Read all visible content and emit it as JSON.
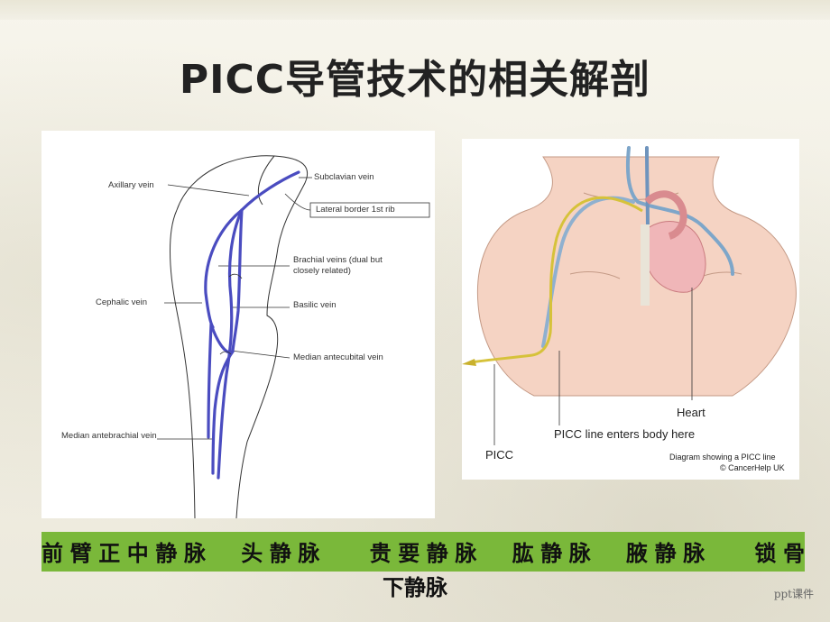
{
  "slide": {
    "title": "PICC导管技术的相关解剖",
    "footer": "ppt课件"
  },
  "arm_diagram": {
    "labels": {
      "axillary": "Axillary vein",
      "subclavian": "Subclavian vein",
      "lateral_border": "Lateral border 1st rib",
      "brachial": "Brachial veins (dual but closely related)",
      "cephalic": "Cephalic vein",
      "basilic": "Basilic vein",
      "median_antecubital": "Median antecubital vein",
      "median_antebrachial": "Median antebrachial vein"
    },
    "vein_color": "#4a4cc0"
  },
  "torso_diagram": {
    "labels": {
      "heart": "Heart",
      "picc_entry": "PICC line enters body here",
      "picc": "PICC",
      "credit_line1": "Diagram showing a PICC line",
      "credit_line2": "© CancerHelp UK"
    },
    "skin_color": "#f5d3c3",
    "picc_color": "#d6c23a"
  },
  "caption": {
    "line1": "前臂正中静脉　头静脉　 贵要静脉　肱静脉　腋静脉　 锁骨",
    "line2": "下静脉",
    "bar_color": "#7ab83a"
  }
}
